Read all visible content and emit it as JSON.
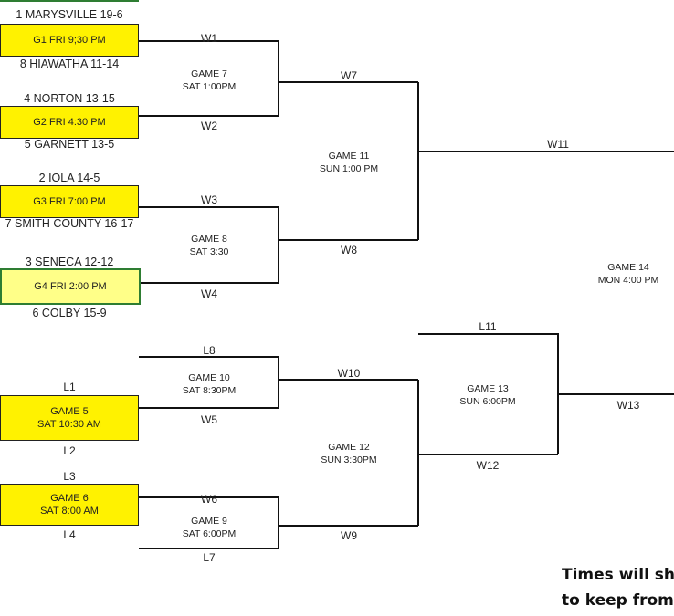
{
  "teams": {
    "t1": "1 MARYSVILLE 19-6",
    "t8": "8 HIAWATHA 11-14",
    "t4": "4 NORTON 13-15",
    "t5": "5 GARNETT 13-5",
    "t2": "2 IOLA 14-5",
    "t7": "7 SMITH COUNTY 16-17",
    "t3": "3 SENECA 12-12",
    "t6": "6 COLBY 15-9"
  },
  "first_round": {
    "g1": "G1   FRI 9;30 PM",
    "g2": "G2   FRI 4:30 PM",
    "g3": "G3   FRI  7:00 PM",
    "g4": "G4   FRI  2:00 PM"
  },
  "consolation_boxes": {
    "g5": [
      "GAME 5",
      "SAT 10:30 AM"
    ],
    "g6": [
      "GAME 6",
      "SAT 8:00 AM"
    ]
  },
  "games": {
    "g7": [
      "GAME 7",
      "SAT 1:00PM"
    ],
    "g8": [
      "GAME 8",
      "SAT 3:30"
    ],
    "g9": [
      "GAME 9",
      "SAT 6:00PM"
    ],
    "g10": [
      "GAME 10",
      "SAT 8:30PM"
    ],
    "g11": [
      "GAME 11",
      "SUN 1:00 PM"
    ],
    "g12": [
      "GAME 12",
      "SUN 3:30PM"
    ],
    "g13": [
      "GAME 13",
      "SUN 6:00PM"
    ],
    "g14": [
      "GAME 14",
      "MON 4:00 PM"
    ]
  },
  "labels": {
    "w1": "W1",
    "w2": "W2",
    "w3": "W3",
    "w4": "W4",
    "w5": "W5",
    "w6": "W6",
    "w7": "W7",
    "w8": "W8",
    "w9": "W9",
    "w10": "W10",
    "w11": "W11",
    "w12": "W12",
    "w13": "W13",
    "l1": "L1",
    "l2": "L2",
    "l3": "L3",
    "l4": "L4",
    "l7": "L7",
    "l8": "L8",
    "l11": "L11"
  },
  "footer": {
    "line1": "Times will sh",
    "line2": "to keep from"
  },
  "colors": {
    "box_fill": "#fff200",
    "selected_border": "#2e7d32",
    "line": "#111111"
  }
}
